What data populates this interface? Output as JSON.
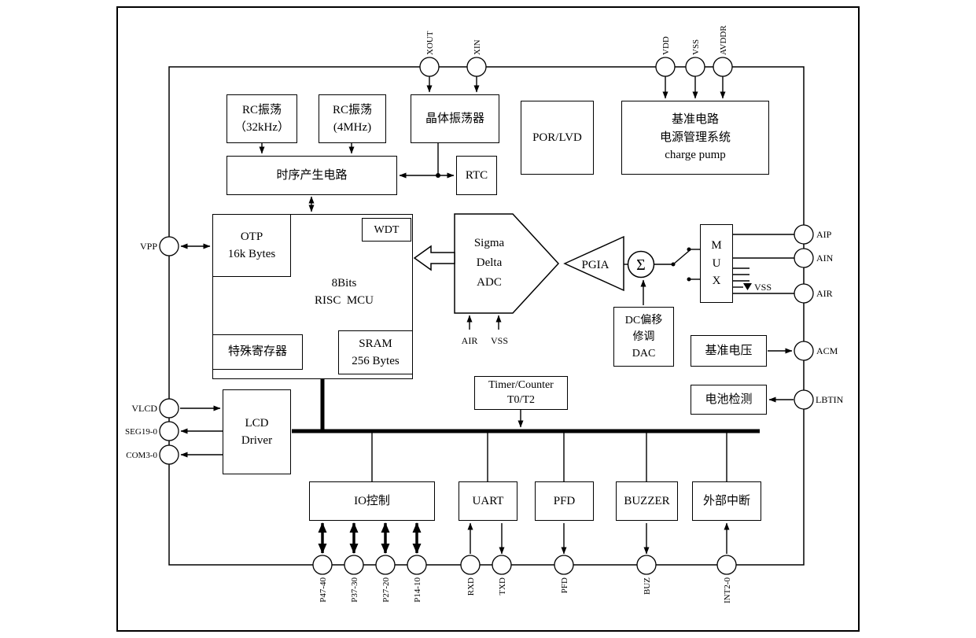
{
  "colors": {
    "line": "#000000",
    "background": "#ffffff"
  },
  "blocks": {
    "rc_osc_32k": {
      "lines": [
        "RC振荡",
        "（32kHz）"
      ]
    },
    "rc_osc_4m": {
      "lines": [
        "RC振荡",
        "(4MHz)"
      ]
    },
    "crystal_osc": {
      "lines": [
        "晶体振荡器"
      ]
    },
    "por_lvd": {
      "lines": [
        "POR/LVD"
      ]
    },
    "power_mgmt": {
      "lines": [
        "基准电路",
        "电源管理系统",
        "charge pump"
      ]
    },
    "timing_gen": {
      "lines": [
        "时序产生电路"
      ]
    },
    "rtc": {
      "lines": [
        "RTC"
      ]
    },
    "otp": {
      "lines": [
        "OTP",
        "16k Bytes"
      ]
    },
    "wdt": {
      "lines": [
        "WDT"
      ]
    },
    "mcu_core": {
      "lines": [
        "8Bits",
        "RISC  MCU"
      ]
    },
    "special_regs": {
      "lines": [
        "特殊寄存器"
      ]
    },
    "sram": {
      "lines": [
        "SRAM",
        "256 Bytes"
      ]
    },
    "sigma_delta_adc": {
      "lines": [
        "Sigma",
        "Delta",
        "ADC"
      ]
    },
    "pgia": {
      "label": "PGIA"
    },
    "summer": {
      "label": "Σ"
    },
    "mux": {
      "letters": [
        "M",
        "U",
        "X"
      ]
    },
    "dc_offset_dac": {
      "lines": [
        "DC偏移",
        "修调",
        "DAC"
      ]
    },
    "vref": {
      "lines": [
        "基准电压"
      ]
    },
    "battery_detect": {
      "lines": [
        "电池检测"
      ]
    },
    "timer_counter": {
      "lines": [
        "Timer/Counter",
        "T0/T2"
      ]
    },
    "lcd_driver": {
      "lines": [
        "LCD",
        "Driver"
      ]
    },
    "io_control": {
      "lines": [
        "IO控制"
      ]
    },
    "uart": {
      "lines": [
        "UART"
      ]
    },
    "pfd": {
      "lines": [
        "PFD"
      ]
    },
    "buzzer": {
      "lines": [
        "BUZZER"
      ]
    },
    "ext_interrupt": {
      "lines": [
        "外部中断"
      ]
    }
  },
  "pins": {
    "top": [
      "XOUT",
      "XIN",
      "VDD",
      "VSS",
      "AVDDR"
    ],
    "left": [
      "VPP",
      "VLCD",
      "SEG19-0",
      "COM3-0"
    ],
    "right": [
      "AIP",
      "AIN",
      "AIR",
      "ACM",
      "LBTIN"
    ],
    "bottom": [
      "P47-40",
      "P37-30",
      "P27-20",
      "P14-10",
      "RXD",
      "TXD",
      "PFD",
      "BUZ",
      "INT2-0"
    ]
  },
  "net_labels": {
    "adc_in_air": "AIR",
    "adc_in_vss": "VSS",
    "mux_vss": "VSS"
  }
}
